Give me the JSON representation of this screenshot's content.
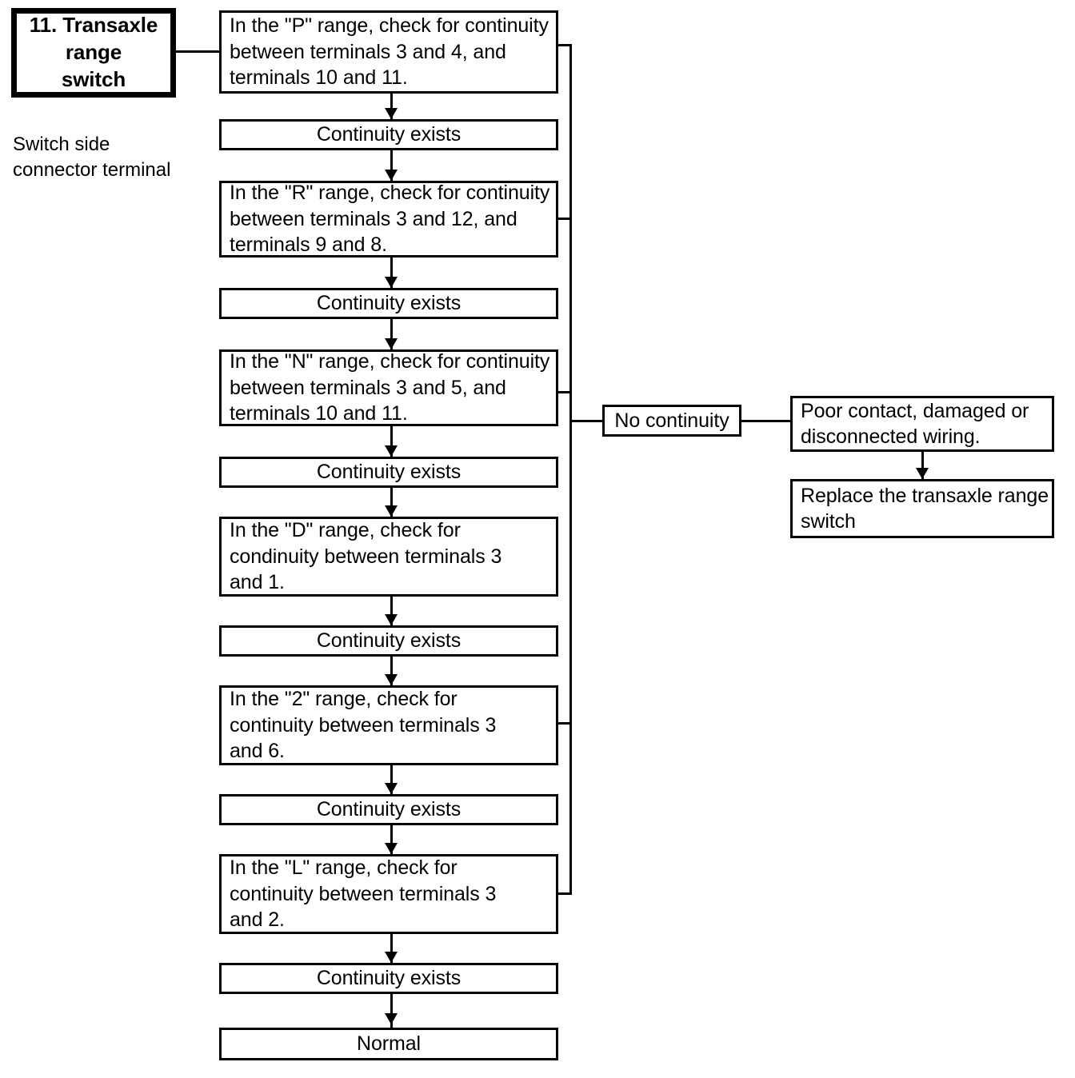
{
  "header": {
    "title": "11. Transaxle\nrange\nswitch",
    "caption": "Switch side\nconnector terminal"
  },
  "flow": {
    "steps": [
      {
        "id": "check-p",
        "text": "In the \"P\" range, check for continuity\nbetween terminals 3 and 4, and\nterminals 10 and 11."
      },
      {
        "id": "result-p",
        "text": "Continuity exists"
      },
      {
        "id": "check-r",
        "text": "In the \"R\" range, check for continuity\nbetween terminals 3 and 12, and\nterminals 9 and 8."
      },
      {
        "id": "result-r",
        "text": "Continuity exists"
      },
      {
        "id": "check-n",
        "text": "In the \"N\" range, check for continuity\nbetween terminals 3 and 5, and\n terminals 10 and 11."
      },
      {
        "id": "result-n",
        "text": "Continuity exists"
      },
      {
        "id": "check-d",
        "text": "In the \"D\" range, check for\ncondinuity between terminals 3\nand 1."
      },
      {
        "id": "result-d",
        "text": "Continuity exists"
      },
      {
        "id": "check-2",
        "text": "In the \"2\" range, check for\ncontinuity between terminals 3\nand 6."
      },
      {
        "id": "result-2",
        "text": "Continuity exists"
      },
      {
        "id": "check-l",
        "text": "In the \"L\" range, check for\ncontinuity between terminals 3\n and 2."
      },
      {
        "id": "result-l",
        "text": "Continuity exists"
      },
      {
        "id": "normal",
        "text": "Normal"
      }
    ]
  },
  "branch": {
    "label": "No continuity",
    "cause": "Poor contact, damaged or\ndisconnected wiring.",
    "action": "Replace the transaxle range\nswitch"
  },
  "colors": {
    "line": "#000000",
    "background": "#ffffff",
    "text": "#000000"
  }
}
